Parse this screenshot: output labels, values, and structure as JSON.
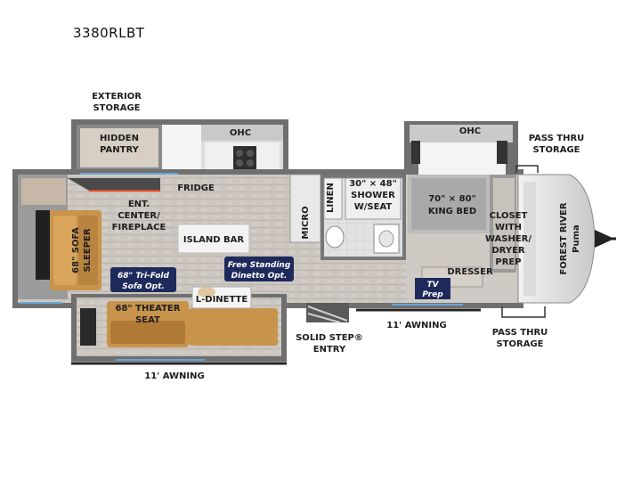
{
  "model": "3380RLBT",
  "labels": {
    "exterior_storage": [
      "EXTERIOR",
      "STORAGE"
    ],
    "hidden_pantry": [
      "HIDDEN",
      "PANTRY"
    ],
    "ohc_kitchen": "OHC",
    "ohc_bedroom": "OHC",
    "pass_thru_storage_top": [
      "PASS THRU",
      "STORAGE"
    ],
    "pass_thru_storage_bottom": [
      "PASS THRU",
      "STORAGE"
    ],
    "fridge": "FRIDGE",
    "linen": "LINEN",
    "shower": [
      "30\" × 48\"",
      "SHOWER",
      "W/SEAT"
    ],
    "king_bed": [
      "70\" × 80\"",
      "KING BED"
    ],
    "closet": [
      "CLOSET",
      "WITH",
      "WASHER/",
      "DRYER",
      "PREP"
    ],
    "ent_center": [
      "ENT.",
      "CENTER/",
      "FIREPLACE"
    ],
    "micro": "MICRO",
    "island_bar": "ISLAND BAR",
    "sofa_sleeper": [
      "68\" SOFA",
      "SLEEPER"
    ],
    "tri_fold": [
      "68\" Tri-Fold",
      "Sofa Opt."
    ],
    "free_standing": [
      "Free Standing",
      "Dinetto Opt."
    ],
    "l_dinette": "L-DINETTE",
    "theater_seat": [
      "68\" THEATER",
      "SEAT"
    ],
    "dresser": "DRESSER",
    "tv_prep": [
      "TV",
      "Prep"
    ],
    "awning_right": "11' AWNING",
    "awning_bottom": "11' AWNING",
    "solid_step": [
      "SOLID STEP®",
      "ENTRY"
    ],
    "brand": "FOREST RIVER",
    "brand_sub": "Puma"
  },
  "colors": {
    "wall": "#7d7d7d",
    "floor": "#c9c4bd",
    "wood": "#c8934a",
    "navy": "#1f2a5c",
    "counter": "#efefef",
    "dark": "#3a3a3a"
  }
}
